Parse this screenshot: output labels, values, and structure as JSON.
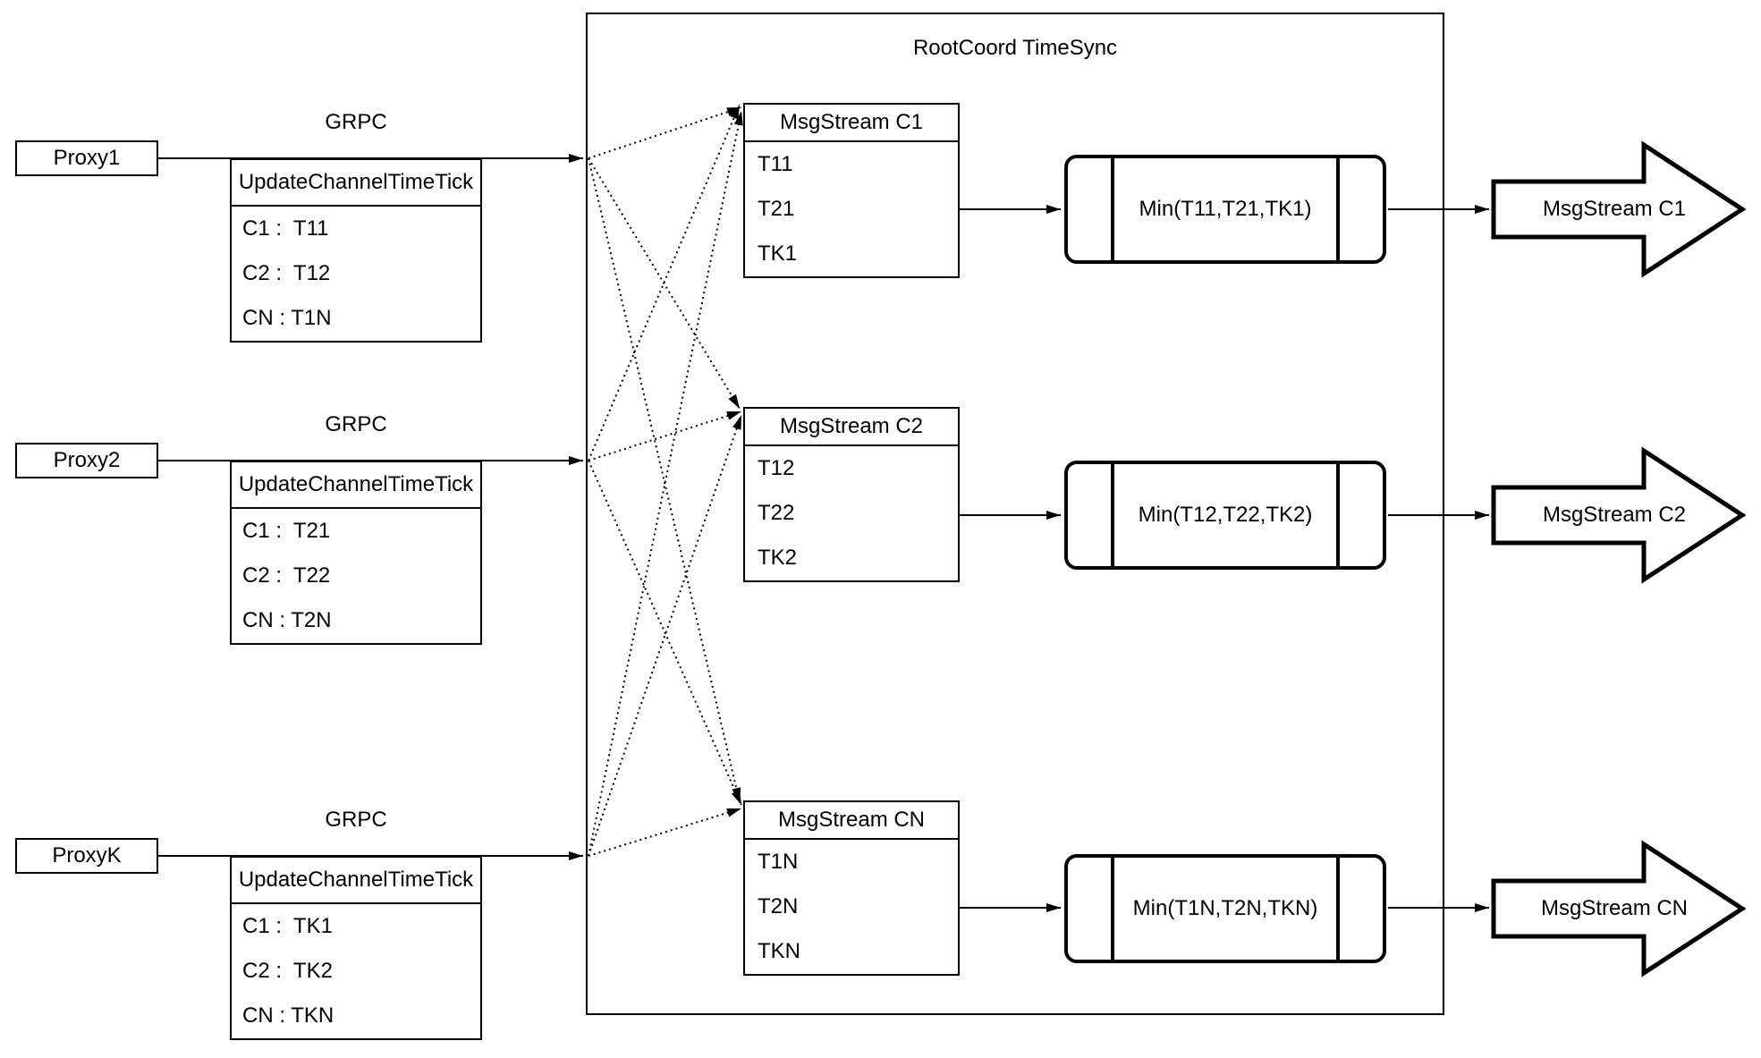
{
  "diagram": {
    "title": "RootCoord TimeSync",
    "colors": {
      "stroke": "#000000",
      "background": "#ffffff"
    },
    "proxies": [
      {
        "name": "Proxy1",
        "protocol_label": "GRPC",
        "message": {
          "header": "UpdateChannelTimeTick",
          "rows": [
            "C1 :  T11",
            "C2 :  T12",
            "CN : T1N"
          ]
        }
      },
      {
        "name": "Proxy2",
        "protocol_label": "GRPC",
        "message": {
          "header": "UpdateChannelTimeTick",
          "rows": [
            "C1 :  T21",
            "C2 :  T22",
            "CN : T2N"
          ]
        }
      },
      {
        "name": "ProxyK",
        "protocol_label": "GRPC",
        "message": {
          "header": "UpdateChannelTimeTick",
          "rows": [
            "C1 :  TK1",
            "C2 :  TK2",
            "CN : TKN"
          ]
        }
      }
    ],
    "streams": [
      {
        "buffer_header": "MsgStream C1",
        "buffer_rows": [
          "T11",
          "T21",
          "TK1"
        ],
        "min_label": "Min(T11,T21,TK1)",
        "output_label": "MsgStream C1"
      },
      {
        "buffer_header": "MsgStream C2",
        "buffer_rows": [
          "T12",
          "T22",
          "TK2"
        ],
        "min_label": "Min(T12,T22,TK2)",
        "output_label": "MsgStream C2"
      },
      {
        "buffer_header": "MsgStream CN",
        "buffer_rows": [
          "T1N",
          "T2N",
          "TKN"
        ],
        "min_label": "Min(T1N,T2N,TKN)",
        "output_label": "MsgStream CN"
      }
    ]
  }
}
